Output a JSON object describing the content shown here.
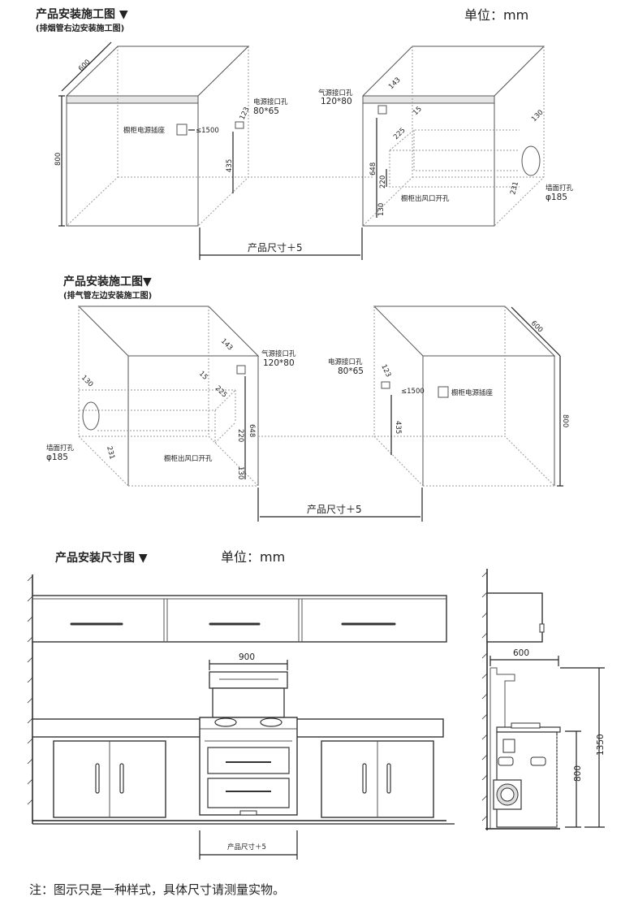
{
  "section1": {
    "title": "产品安装施工图 ▼",
    "subtitle": "(排烟管右边安装施工图)",
    "unit": "单位：mm",
    "left_cabinet": {
      "width": "600",
      "height": "800",
      "power_socket_label": "橱柜电源插座",
      "socket_height": "≤1500",
      "power_hole_label": "电源接口孔",
      "power_hole_size": "80*65",
      "dim_123": "123",
      "dim_435": "435"
    },
    "right_cabinet": {
      "gas_hole_label": "气源接口孔",
      "gas_hole_size": "120*80",
      "dim_143": "143",
      "dim_15": "15",
      "dim_225": "225",
      "dim_648": "648",
      "dim_220": "220",
      "dim_130_bottom": "130",
      "dim_130_side": "130",
      "dim_231": "231",
      "outlet_label": "橱柜出风口开孔",
      "wall_hole_label": "墙面打孔",
      "wall_hole_size": "φ185"
    },
    "gap_label": "产品尺寸＋5"
  },
  "section2": {
    "title": "产品安装施工图▼",
    "subtitle": "(排气管左边安装施工图)",
    "left_cabinet": {
      "gas_hole_label": "气源接口孔",
      "gas_hole_size": "120*80",
      "dim_143": "143",
      "dim_15": "15",
      "dim_225": "225",
      "dim_648": "648",
      "dim_220": "220",
      "dim_130_bottom": "130",
      "dim_130_side": "130",
      "dim_231": "231",
      "outlet_label": "橱柜出风口开孔",
      "wall_hole_label": "墙面打孔",
      "wall_hole_size": "φ185"
    },
    "right_cabinet": {
      "width": "600",
      "height": "800",
      "power_hole_label": "电源接口孔",
      "power_hole_size": "80*65",
      "socket_height": "≤1500",
      "power_socket_label": "橱柜电源插座",
      "dim_123": "123",
      "dim_435": "435"
    },
    "gap_label": "产品尺寸＋5"
  },
  "section3": {
    "title": "产品安装尺寸图 ▼",
    "unit": "单位：mm",
    "front": {
      "width_label": "900",
      "gap_label": "产品尺寸＋5"
    },
    "side": {
      "depth_label": "600",
      "height_label": "800",
      "total_height_label": "1350"
    }
  },
  "note": "注：图示只是一种样式，具体尺寸请测量实物。"
}
